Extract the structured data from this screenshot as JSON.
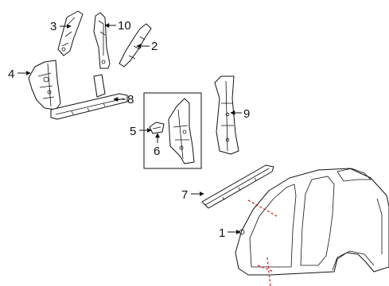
{
  "callouts": {
    "c1": "1",
    "c2": "2",
    "c3": "3",
    "c4": "4",
    "c5": "5",
    "c6": "6",
    "c7": "7",
    "c8": "8",
    "c9": "9",
    "c10": "10"
  },
  "colors": {
    "line": "#111111",
    "cut_line": "#d9262b",
    "background": "#ffffff"
  }
}
